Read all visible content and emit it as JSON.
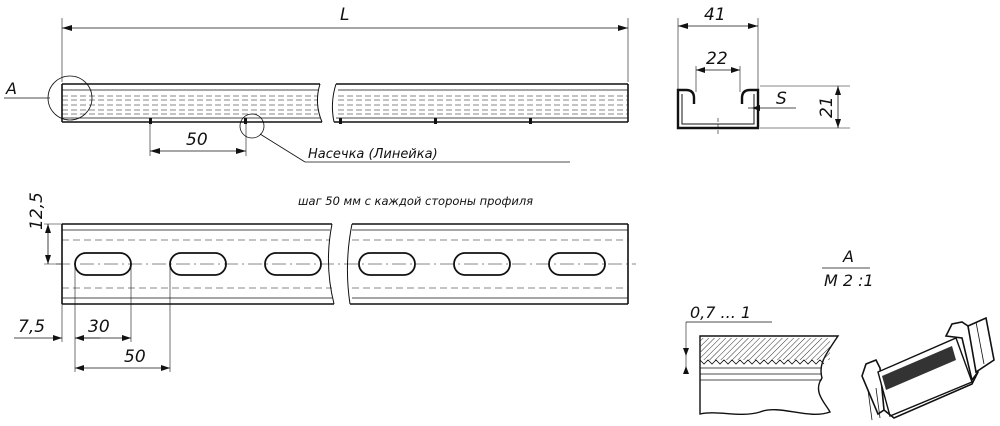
{
  "dims": {
    "length": "L",
    "width": "41",
    "inner_width": "22",
    "height": "21",
    "thickness": "S",
    "notch_step": "50",
    "edge_height": "12,5",
    "slot_edge": "7,5",
    "slot_length": "30",
    "slot_step": "50",
    "serration": "0,7 ... 1"
  },
  "labels": {
    "detail_ref": "A",
    "notch_note": "Насечка (Линейка)",
    "pitch_note": "шаг 50 мм с каждой стороны профиля",
    "detail_title": "A",
    "detail_scale": "M 2 :1"
  }
}
